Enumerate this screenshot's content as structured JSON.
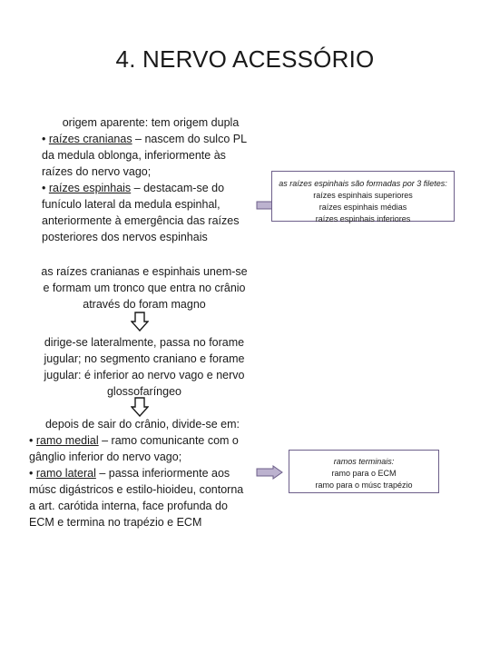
{
  "title": "4. NERVO ACESSÓRIO",
  "origin": {
    "lead": "origem aparente: tem origem dupla",
    "item1_bullet": "• ",
    "item1_term": "raízes cranianas",
    "item1_rest": " – nascem do sulco PL",
    "item1_l2": "da medula oblonga, inferiormente às",
    "item1_l3": "raízes do nervo vago;",
    "item2_bullet": "• ",
    "item2_term": "raízes espinhais",
    "item2_rest": " – destacam-se do",
    "item2_l2": "funículo lateral da medula espinhal,",
    "item2_l3": "anteriormente à emergência das raízes",
    "item2_l4": "posteriores dos nervos espinhais"
  },
  "spinal_box": {
    "heading": "as raízes espinhais são formadas por 3 filetes:",
    "items": [
      "raízes espinhais superiores",
      "raízes espinhais médias",
      "raízes espinhais inferiores"
    ]
  },
  "union": {
    "l1": "as raízes cranianas e espinhais unem-se",
    "l2": "e formam um tronco que entra no crânio",
    "l3": "através do foram magno"
  },
  "path": {
    "l1": "dirige-se lateralmente, passa no forame",
    "l2": "jugular; no segmento craniano e forame",
    "l3": "jugular: é inferior ao nervo vago e nervo",
    "l4": "glossofaríngeo"
  },
  "branches": {
    "lead": "depois de sair do crânio, divide-se em:",
    "item1_bullet": "• ",
    "item1_term": "ramo medial",
    "item1_rest": " – ramo comunicante com o",
    "item1_l2": "gânglio inferior do nervo vago;",
    "item2_bullet": "• ",
    "item2_term": "ramo lateral",
    "item2_rest": " – passa inferiormente aos",
    "item2_l2": "músc digástricos e estilo-hioideu, contorna",
    "item2_l3": "a art. carótida interna, face profunda do",
    "item2_l4": "ECM e termina no trapézio e ECM"
  },
  "terminal_box": {
    "heading": "ramos terminais:",
    "items": [
      "ramo para o ECM",
      "ramo para o músc trapézio"
    ]
  },
  "colors": {
    "arrow_fill": "#bcb2cf",
    "arrow_stroke": "#6d5f8a",
    "box_border": "#6d5f8a"
  }
}
